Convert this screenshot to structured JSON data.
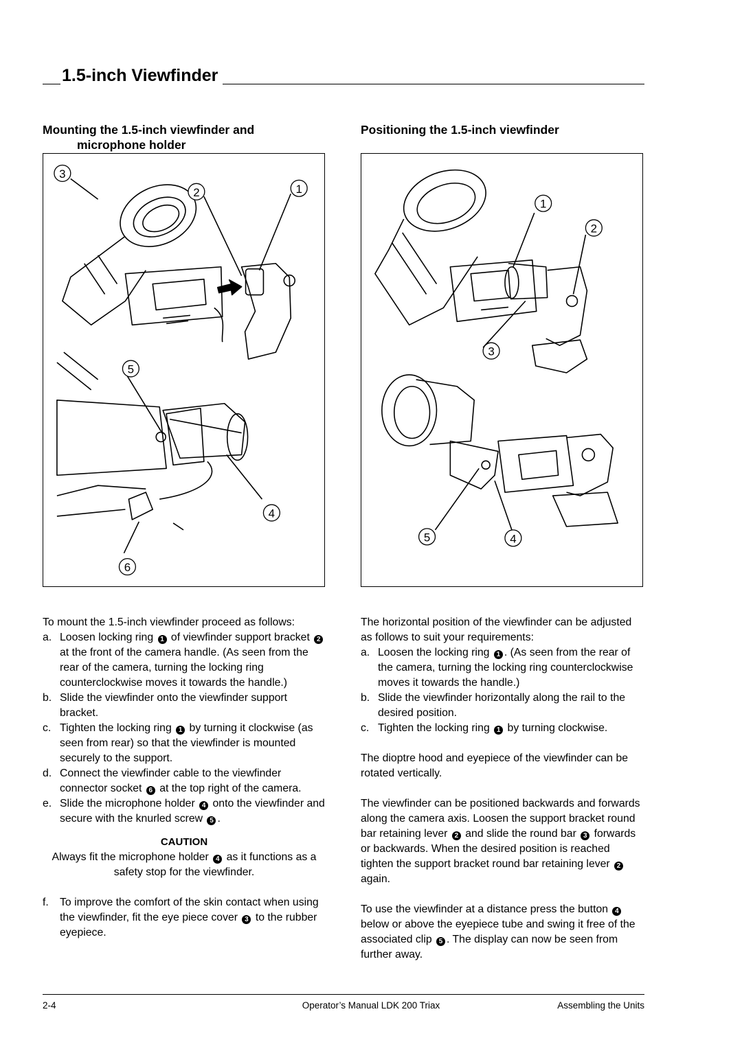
{
  "page": {
    "title": "1.5-inch Viewfinder",
    "footer": {
      "left": "2-4",
      "center": "Operator’s Manual LDK 200 Triax",
      "right": "Assembling the Units"
    }
  },
  "left": {
    "heading_line1": "Mounting the 1.5-inch viewfinder and",
    "heading_line2": "microphone holder",
    "callouts": [
      "3",
      "2",
      "1",
      "5",
      "4",
      "6"
    ],
    "intro": "To mount the 1.5-inch viewfinder proceed as follows:",
    "items": [
      {
        "marker": "a.",
        "parts": [
          "Loosen locking ring ",
          "1",
          " of viewfinder support bracket ",
          "2",
          " at the front of the camera handle. (As seen from the rear of the camera, turning the locking ring counterclockwise moves it towards the handle.)"
        ]
      },
      {
        "marker": "b.",
        "parts": [
          "Slide the viewfinder onto the viewfinder support bracket."
        ]
      },
      {
        "marker": "c.",
        "parts": [
          "Tighten the locking ring ",
          "1",
          " by turning it clockwise (as seen from rear) so that the viewfinder is mounted securely to the support."
        ]
      },
      {
        "marker": "d.",
        "parts": [
          "Connect the viewfinder cable to the viewfinder connector socket ",
          "6",
          " at the top right of the camera."
        ]
      },
      {
        "marker": "e.",
        "parts": [
          "Slide the microphone holder ",
          "4",
          " onto the viewfinder and secure with the knurled screw ",
          "5",
          "."
        ]
      }
    ],
    "caution_label": "CAUTION",
    "caution_parts": [
      "Always fit the microphone holder ",
      "4",
      " as it functions as a safety stop for the viewfinder."
    ],
    "item_f": {
      "marker": "f.",
      "parts": [
        "To improve the comfort of the skin contact when using the viewfinder, fit the eye piece cover ",
        "3",
        " to the rubber eyepiece."
      ]
    }
  },
  "right": {
    "heading": "Positioning the 1.5-inch viewfinder",
    "callouts": [
      "1",
      "2",
      "3",
      "5",
      "4"
    ],
    "intro": "The horizontal position of the viewfinder can be adjusted as follows to suit your requirements:",
    "items": [
      {
        "marker": "a.",
        "parts": [
          "Loosen the locking ring ",
          "1",
          ". (As seen from the rear of the camera, turning the locking ring counterclockwise moves it towards the handle.)"
        ]
      },
      {
        "marker": "b.",
        "parts": [
          "Slide the viewfinder horizontally along the rail to the desired position."
        ]
      },
      {
        "marker": "c.",
        "parts": [
          "Tighten the locking ring ",
          "1",
          " by turning clockwise."
        ]
      }
    ],
    "para2": "The dioptre hood and eyepiece of the viewfinder can be rotated vertically.",
    "para3_parts": [
      "The viewfinder can be positioned backwards and forwards along the camera axis. Loosen the support bracket round bar retaining lever ",
      "2",
      " and slide the round bar ",
      "3",
      " forwards or backwards. When the desired position is reached tighten the support bracket round bar retaining lever ",
      "2",
      " again."
    ],
    "para4_parts": [
      "To use the viewfinder at a distance press the button ",
      "4",
      " below or above the eyepiece tube and swing it free of the associated clip ",
      "5",
      ". The display can now be seen from further away."
    ]
  }
}
